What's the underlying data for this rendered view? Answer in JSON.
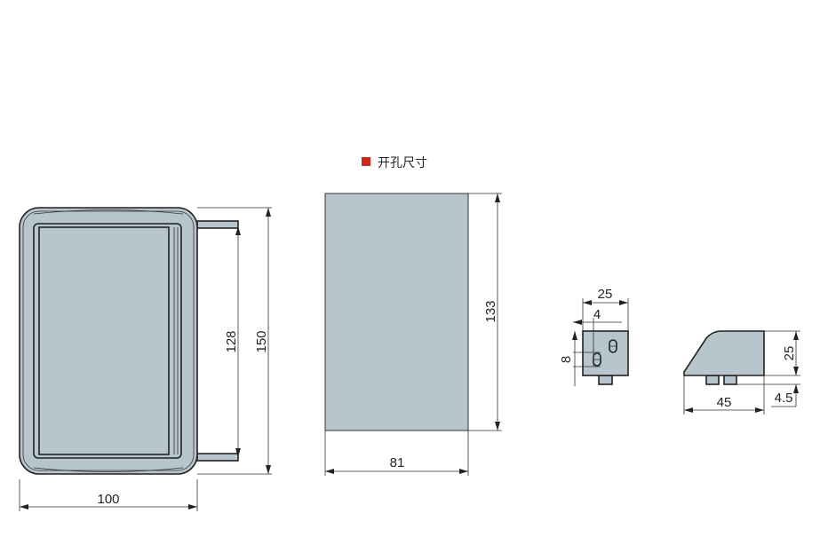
{
  "title": "开孔尺寸",
  "colors": {
    "marker": "#d0261c",
    "part_fill": "#b7c5cc",
    "line": "#222222"
  },
  "front_view": {
    "width": "100",
    "height_outer": "150",
    "height_inner": "128"
  },
  "cutout": {
    "width": "81",
    "height": "133"
  },
  "bracket_front": {
    "width": "25",
    "offset": "4",
    "slot": "8"
  },
  "bracket_side": {
    "length": "45",
    "height": "25",
    "bolt": "4.5"
  }
}
